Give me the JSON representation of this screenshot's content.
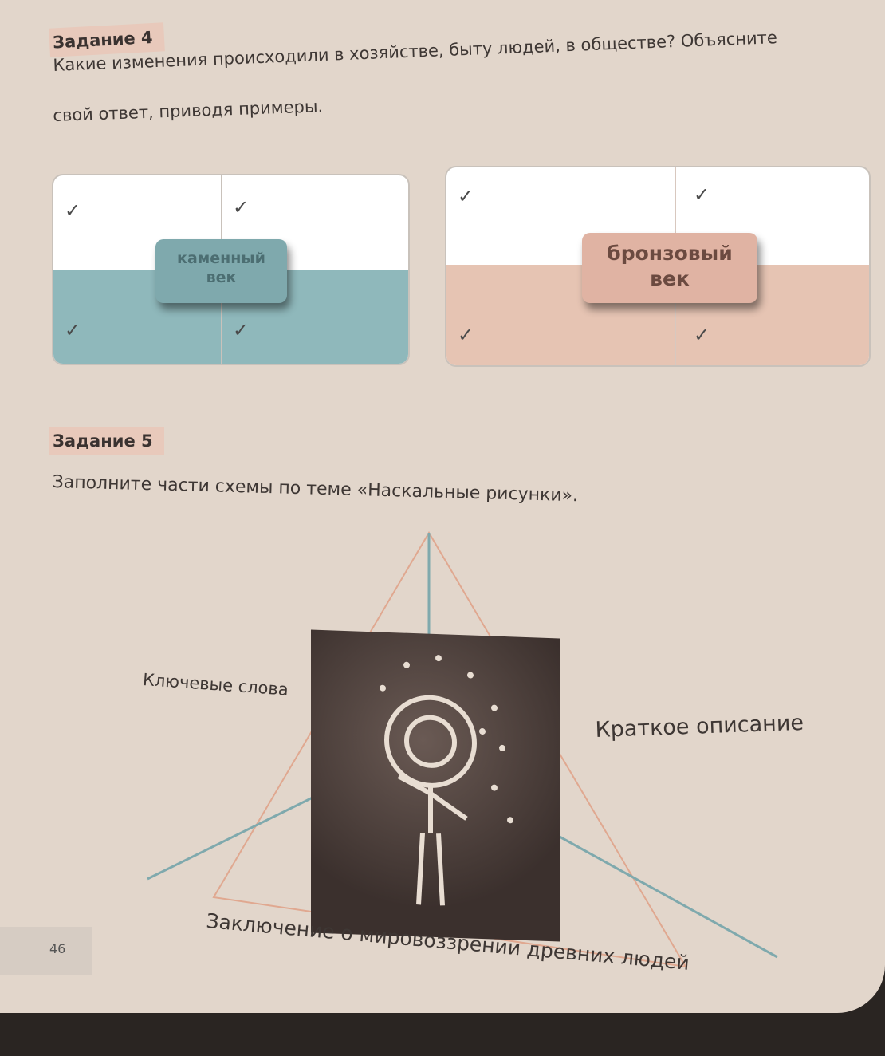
{
  "task4": {
    "title": "Задание 4",
    "text_line1": "Какие изменения происходили в хозяйстве, быту людей, в обществе? Объясните",
    "text_line2": "свой ответ, приводя примеры.",
    "stone": {
      "label_line1": "каменный",
      "label_line2": "век",
      "color": "#8fb8bb"
    },
    "bronze": {
      "label_line1": "бронзовый",
      "label_line2": "век",
      "color": "#e6c4b3"
    },
    "check": "✓"
  },
  "task5": {
    "title": "Задание 5",
    "text": "Заполните части схемы по теме «Наскальные рисунки».",
    "labels": {
      "keywords": "Ключевые слова",
      "description": "Краткое описание",
      "conclusion": "Заключение о мировоззрении древних людей"
    }
  },
  "page_number": "46"
}
